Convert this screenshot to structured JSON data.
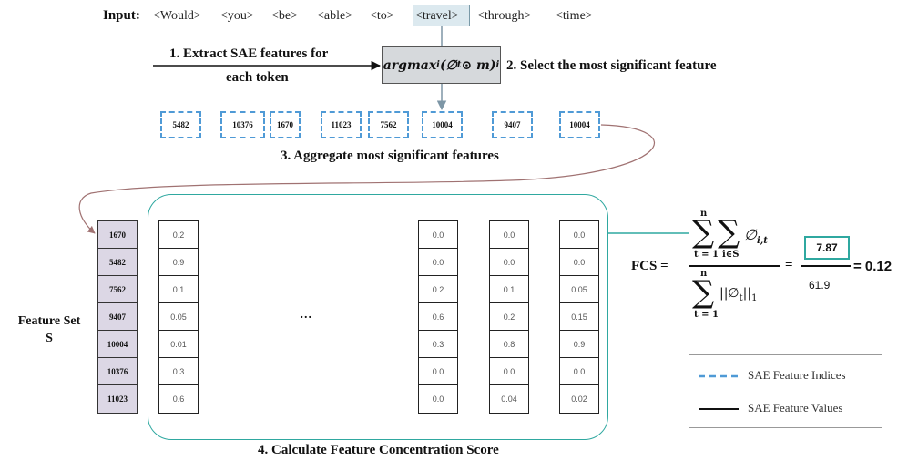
{
  "input": {
    "label": "Input:",
    "tokens": [
      "<Would>",
      "<you>",
      "<be>",
      "<able>",
      "<to>",
      "<travel>",
      "<through>",
      "<time>"
    ],
    "highlighted_index": 5
  },
  "steps": {
    "step1_line1": "1. Extract SAE features for",
    "step1_line2": "each token",
    "step2": "2. Select the most significant feature",
    "step3": "3. Aggregate most significant features",
    "step4": "4. Calculate Feature Concentration Score"
  },
  "argmax": {
    "main": "argmax",
    "sub_i": "i",
    "body": "(∅",
    "sub_t": "t",
    "rest": " ⊙  m)",
    "sub_end": "i"
  },
  "token_features": [
    "5482",
    "10376",
    "1670",
    "11023",
    "7562",
    "10004",
    "9407",
    "10004"
  ],
  "feature_set": {
    "label_line1": "Feature Set",
    "label_line2": "S",
    "indices": [
      "1670",
      "5482",
      "7562",
      "9407",
      "10004",
      "10376",
      "11023"
    ]
  },
  "value_columns": [
    [
      "0.2",
      "0.9",
      "0.1",
      "0.05",
      "0.01",
      "0.3",
      "0.6"
    ],
    [
      "0.0",
      "0.0",
      "0.2",
      "0.6",
      "0.3",
      "0.0",
      "0.0"
    ],
    [
      "0.0",
      "0.0",
      "0.1",
      "0.2",
      "0.8",
      "0.0",
      "0.04"
    ],
    [
      "0.0",
      "0.0",
      "0.05",
      "0.15",
      "0.9",
      "0.0",
      "0.02"
    ]
  ],
  "ellipsis": "...",
  "formula": {
    "lhs": "FCS =",
    "sum_upper": "n",
    "sum_lower_t": "t = 1",
    "sum_lower_s": "i∈S",
    "numerator_term": "∅",
    "numerator_sub": "i,t",
    "denominator_term": "||∅",
    "denominator_sub": "t",
    "denominator_end": "||",
    "denominator_norm": "1",
    "equals": "=",
    "numerator_value": "7.87",
    "denominator_value": "61.9",
    "result": "= 0.12"
  },
  "legend": {
    "indices": "SAE Feature Indices",
    "values": "SAE Feature Values"
  },
  "colors": {
    "teal": "#2fa8a0",
    "dash_blue": "#4f9ad6",
    "feature_set_fill": "#dcd7e5",
    "argmax_fill": "#d6d9dc",
    "highlight_fill": "#dce9ef",
    "curve": "#a07272"
  }
}
